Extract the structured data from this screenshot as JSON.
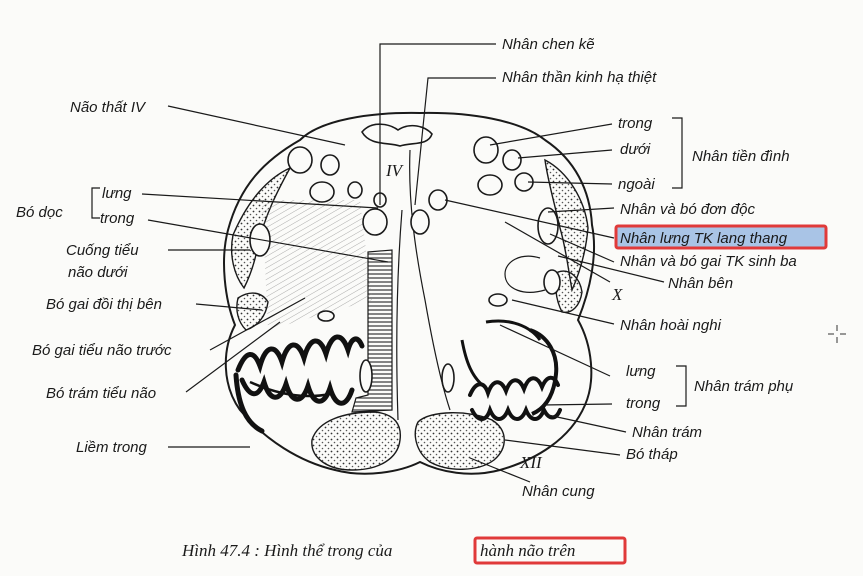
{
  "figure": {
    "caption_prefix": "Hình 47.4 : Hình thể trong của ",
    "caption_highlight": "hành não trên"
  },
  "roman_numerals": {
    "iv": "IV",
    "x": "X",
    "xii": "XII"
  },
  "labels_left": {
    "nao_that": "Não thất IV",
    "bo_doc": "Bó dọc",
    "lung": "lưng",
    "trong": "trong",
    "cuong_tieu_1": "Cuống tiểu",
    "cuong_tieu_2": "não dưới",
    "bo_gai_doi_thi": "Bó gai đồi thị bên",
    "bo_gai_tieu_nao": "Bó gai tiểu não trước",
    "bo_tram_tieu_nao": "Bó trám tiểu não",
    "liem_trong": "Liềm trong"
  },
  "labels_right": {
    "nhan_chen_ke": "Nhân chen kẽ",
    "nhan_than_kinh_ha_thiet": "Nhân thần kinh hạ thiệt",
    "trong": "trong",
    "duoi": "dưới",
    "ngoai": "ngoài",
    "nhan_tien_dinh": "Nhân tiền đình",
    "nhan_va_bo_don_doc": "Nhân và bó đơn độc",
    "nhan_lung_tk": "Nhân lưng TK lang thang",
    "nhan_va_bo_gai_tk": "Nhân và bó gai TK sinh ba",
    "nhan_ben": "Nhân bên",
    "nhan_hoai_nghi": "Nhân hoài nghi",
    "lung": "lưng",
    "trong2": "trong",
    "nhan_tram_phu": "Nhân trám phụ",
    "nhan_tram": "Nhân trám",
    "bo_thap": "Bó tháp",
    "nhan_cung": "Nhân cung"
  },
  "colors": {
    "highlight_fill": "#a9c4e6",
    "highlight_border": "#e03a3a",
    "ink": "#1a1a1a",
    "paper": "#fbfbf9"
  }
}
